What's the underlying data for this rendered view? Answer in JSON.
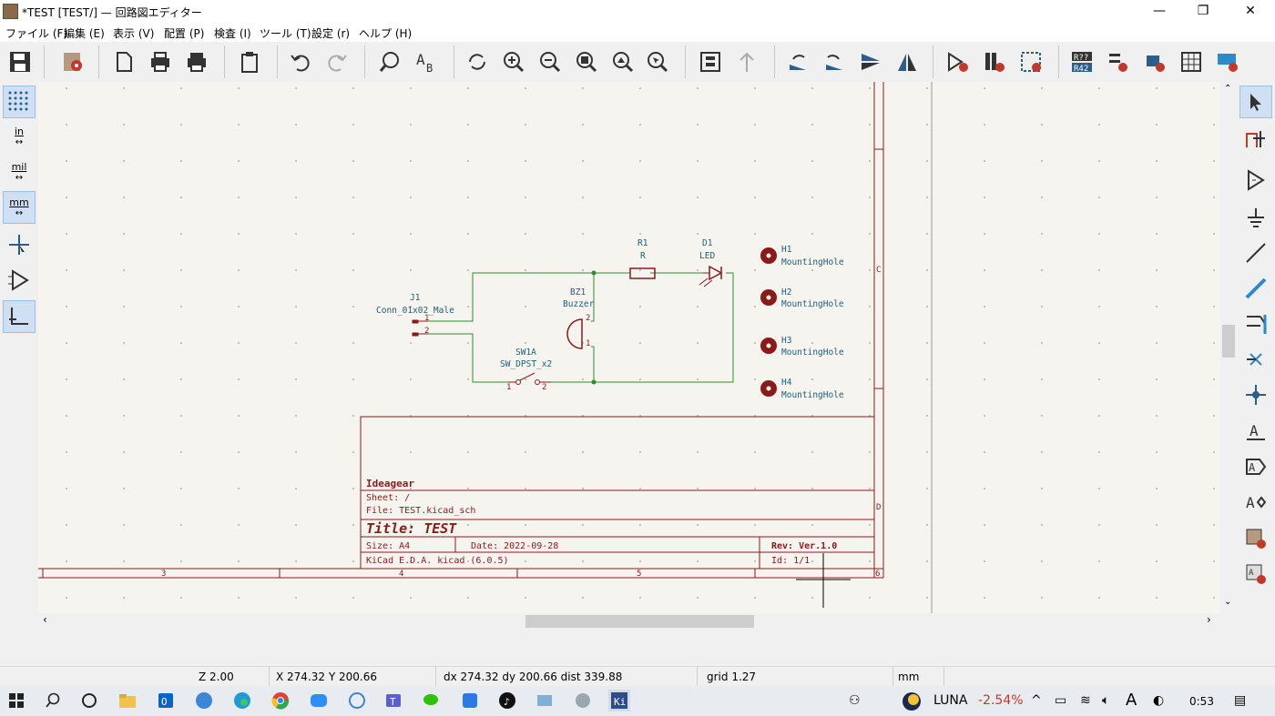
{
  "window": {
    "title": "*TEST [TEST/] — 回路図エディター",
    "minimize": "—",
    "maximize": "❐",
    "close": "✕"
  },
  "menu": [
    "ファイル (F)",
    "編集 (E)",
    "表示 (V)",
    "配置 (P)",
    "検査 (I)",
    "ツール (T)",
    "設定 (r)",
    "ヘルプ (H)"
  ],
  "left_toolbar": {
    "inch_label": "in",
    "mil_label": "mil",
    "mm_label": "mm"
  },
  "schematic": {
    "components": {
      "R1": {
        "ref": "R1",
        "value": "R"
      },
      "D1": {
        "ref": "D1",
        "value": "LED"
      },
      "J1": {
        "ref": "J1",
        "value": "Conn_01x02_Male",
        "pin1": "1",
        "pin2": "2"
      },
      "BZ1": {
        "ref": "BZ1",
        "value": "Buzzer",
        "pin1": "1",
        "pin2": "2"
      },
      "SW1A": {
        "ref": "SW1A",
        "value": "SW_DPST_x2",
        "pin1": "1",
        "pin2": "2"
      },
      "H1": {
        "ref": "H1",
        "value": "MountingHole"
      },
      "H2": {
        "ref": "H2",
        "value": "MountingHole"
      },
      "H3": {
        "ref": "H3",
        "value": "MountingHole"
      },
      "H4": {
        "ref": "H4",
        "value": "MountingHole"
      }
    },
    "border_rows": {
      "c": "C",
      "d": "D"
    },
    "border_cols": {
      "c3": "3",
      "c4": "4",
      "c5": "5",
      "c6": "6"
    },
    "title_block": {
      "company": "Ideagear",
      "sheet": "Sheet: /",
      "file": "File: TEST.kicad_sch",
      "title": "Title: TEST",
      "size": "Size: A4",
      "date": "Date: 2022-09-28",
      "rev": "Rev: Ver.1.0",
      "tool": "KiCad E.D.A.  kicad (6.0.5)",
      "id": "Id: 1/1"
    }
  },
  "status": {
    "zoom": "Z 2.00",
    "xy": "X 274.32  Y 200.66",
    "delta": "dx 274.32  dy 200.66  dist 339.88",
    "grid": "grid 1.27",
    "units": "mm"
  },
  "taskbar": {
    "luna_label": "LUNA",
    "luna_change": "-2.54%",
    "clock": "0:53"
  },
  "colors": {
    "wire": "#2e8b2e",
    "symbol": "#8b1a1a",
    "text": "#1f5f7a",
    "border": "#8b1a1a",
    "canvas": "#f5f4ef",
    "active_tool": "#cfe0f4"
  }
}
